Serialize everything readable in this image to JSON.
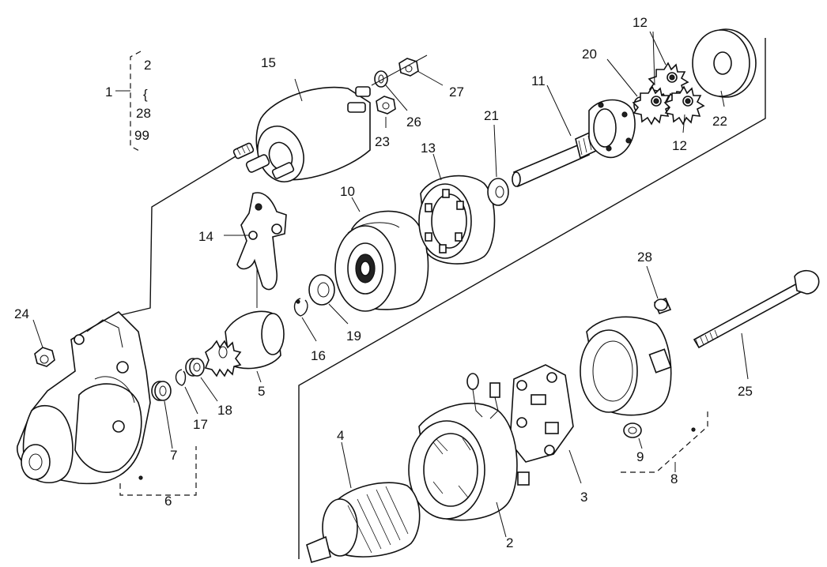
{
  "callouts": {
    "group_1": "1",
    "group_1_range": [
      "2",
      "{",
      "28",
      "99"
    ],
    "c2": "2",
    "c3": "3",
    "c4": "4",
    "c5": "5",
    "c6": "6",
    "c7": "7",
    "c8": "8",
    "c9": "9",
    "c10": "10",
    "c11": "11",
    "c12a": "12",
    "c12b": "12",
    "c13": "13",
    "c14": "14",
    "c15": "15",
    "c16": "16",
    "c17": "17",
    "c18": "18",
    "c19": "19",
    "c20": "20",
    "c21": "21",
    "c22": "22",
    "c23": "23",
    "c24": "24",
    "c25": "25",
    "c26": "26",
    "c27": "27",
    "c28": "28"
  }
}
